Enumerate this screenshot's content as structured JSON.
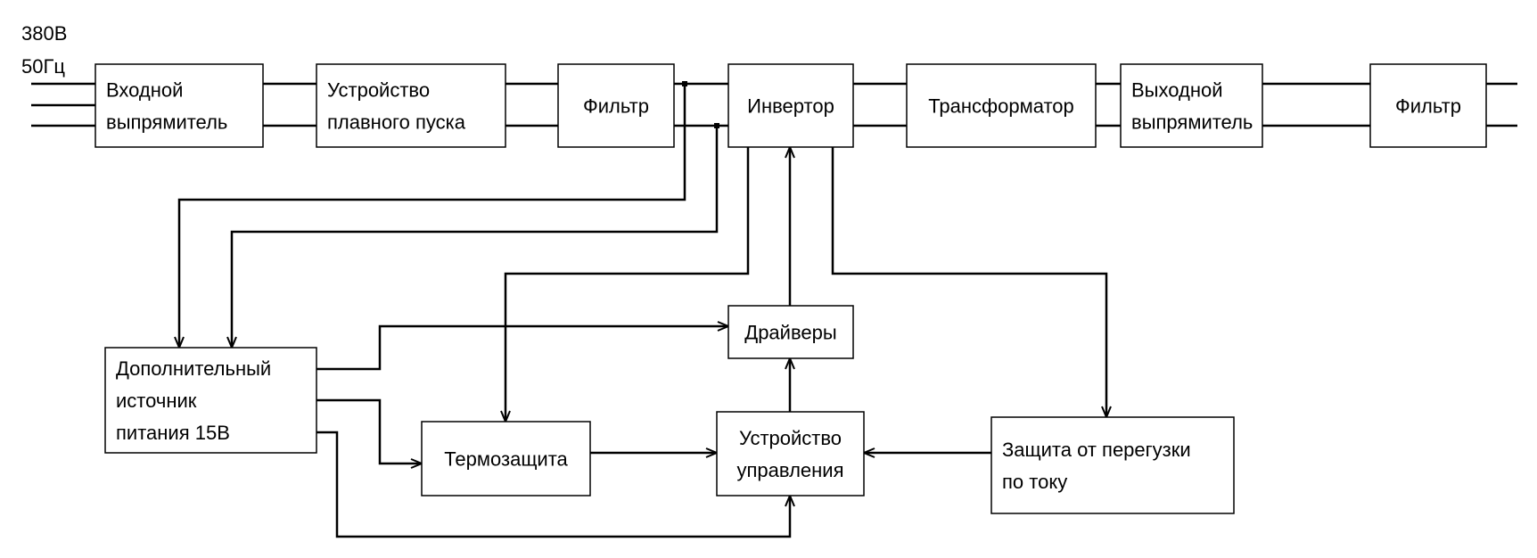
{
  "title_labels": {
    "voltage": "380В",
    "frequency": "50Гц"
  },
  "blocks": {
    "input_rectifier": [
      "Входной",
      "выпрямитель"
    ],
    "soft_start": [
      "Устройство",
      "плавного пуска"
    ],
    "filter_in": [
      "Фильтр"
    ],
    "inverter": [
      "Инвертор"
    ],
    "transformer": [
      "Трансформатор"
    ],
    "output_rectifier": [
      "Выходной",
      "выпрямитель"
    ],
    "filter_out": [
      "Фильтр"
    ],
    "aux_supply": [
      "Дополнительный",
      "источник",
      "питания 15В"
    ],
    "drivers": [
      "Драйверы"
    ],
    "thermal_protection": [
      "Термозащита"
    ],
    "control_unit": [
      "Устройство",
      "управления"
    ],
    "overcurrent_protection": [
      "Защита от перегузки",
      "по току"
    ]
  },
  "connections": [
    {
      "from": "mains",
      "to": "input_rectifier"
    },
    {
      "from": "input_rectifier",
      "to": "soft_start"
    },
    {
      "from": "soft_start",
      "to": "filter_in"
    },
    {
      "from": "filter_in",
      "to": "inverter"
    },
    {
      "from": "inverter",
      "to": "transformer"
    },
    {
      "from": "transformer",
      "to": "output_rectifier"
    },
    {
      "from": "output_rectifier",
      "to": "filter_out"
    },
    {
      "from": "filter_in",
      "to": "aux_supply"
    },
    {
      "from": "inverter",
      "to": "thermal_protection"
    },
    {
      "from": "inverter",
      "to": "overcurrent_protection"
    },
    {
      "from": "drivers",
      "to": "inverter"
    },
    {
      "from": "aux_supply",
      "to": "drivers"
    },
    {
      "from": "aux_supply",
      "to": "thermal_protection"
    },
    {
      "from": "aux_supply",
      "to": "control_unit"
    },
    {
      "from": "thermal_protection",
      "to": "control_unit"
    },
    {
      "from": "overcurrent_protection",
      "to": "control_unit"
    },
    {
      "from": "control_unit",
      "to": "drivers"
    }
  ]
}
